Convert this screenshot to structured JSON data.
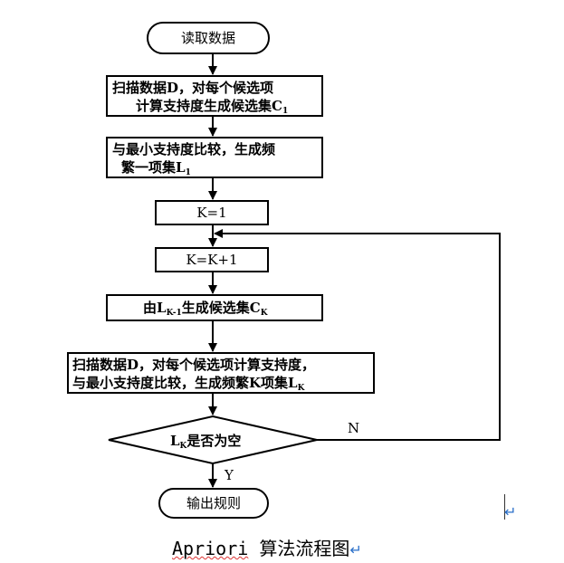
{
  "diagram": {
    "start": "读取数据",
    "scan1": {
      "line1": "扫描数据D，对每个候选项",
      "line2_main": "计算支持度生成候选集C",
      "line2_sub": "1"
    },
    "compare1": {
      "line1": "与最小支持度比较，生成频",
      "line2_main": "繁一项集L",
      "line2_sub": "1"
    },
    "init_k": "K=1",
    "inc_k": "K=K+1",
    "gen_ck": {
      "prefix": "由L",
      "sub1": "K-1",
      "middle": "生成候选集C",
      "sub2": "K"
    },
    "scan2": {
      "line1": "扫描数据D，对每个候选项计算支持度，",
      "line2_main": "与最小支持度比较，生成频繁K项集L",
      "line2_sub": "K"
    },
    "decision": {
      "prefix": "L",
      "sub": "K",
      "suffix": "是否为空"
    },
    "label_no": "N",
    "label_yes": "Y",
    "end": "输出规则"
  },
  "caption": {
    "prefix": "Apriori",
    "rest": " 算法流程图"
  },
  "return_mark": "↵"
}
